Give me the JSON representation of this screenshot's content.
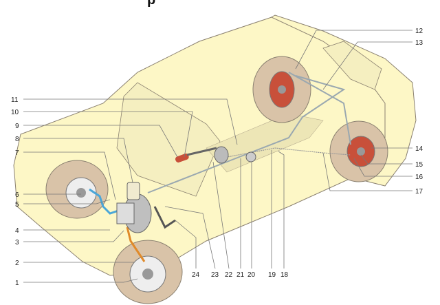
{
  "diagram": {
    "heading_fragment": "р",
    "callouts": [
      "1",
      "2",
      "3",
      "4",
      "5",
      "6",
      "7",
      "8",
      "9",
      "10",
      "11",
      "12",
      "13",
      "14",
      "15",
      "16",
      "17",
      "18",
      "19",
      "20",
      "21",
      "22",
      "23",
      "24"
    ],
    "colors": {
      "body": "#fdf7c6",
      "outline": "#8a8070",
      "wheel": "#d9c3a8",
      "hydraulic_blue": "#4aa6d8",
      "hydraulic_orange": "#e08a2a",
      "red": "#c8503a",
      "cable": "#999999"
    }
  }
}
